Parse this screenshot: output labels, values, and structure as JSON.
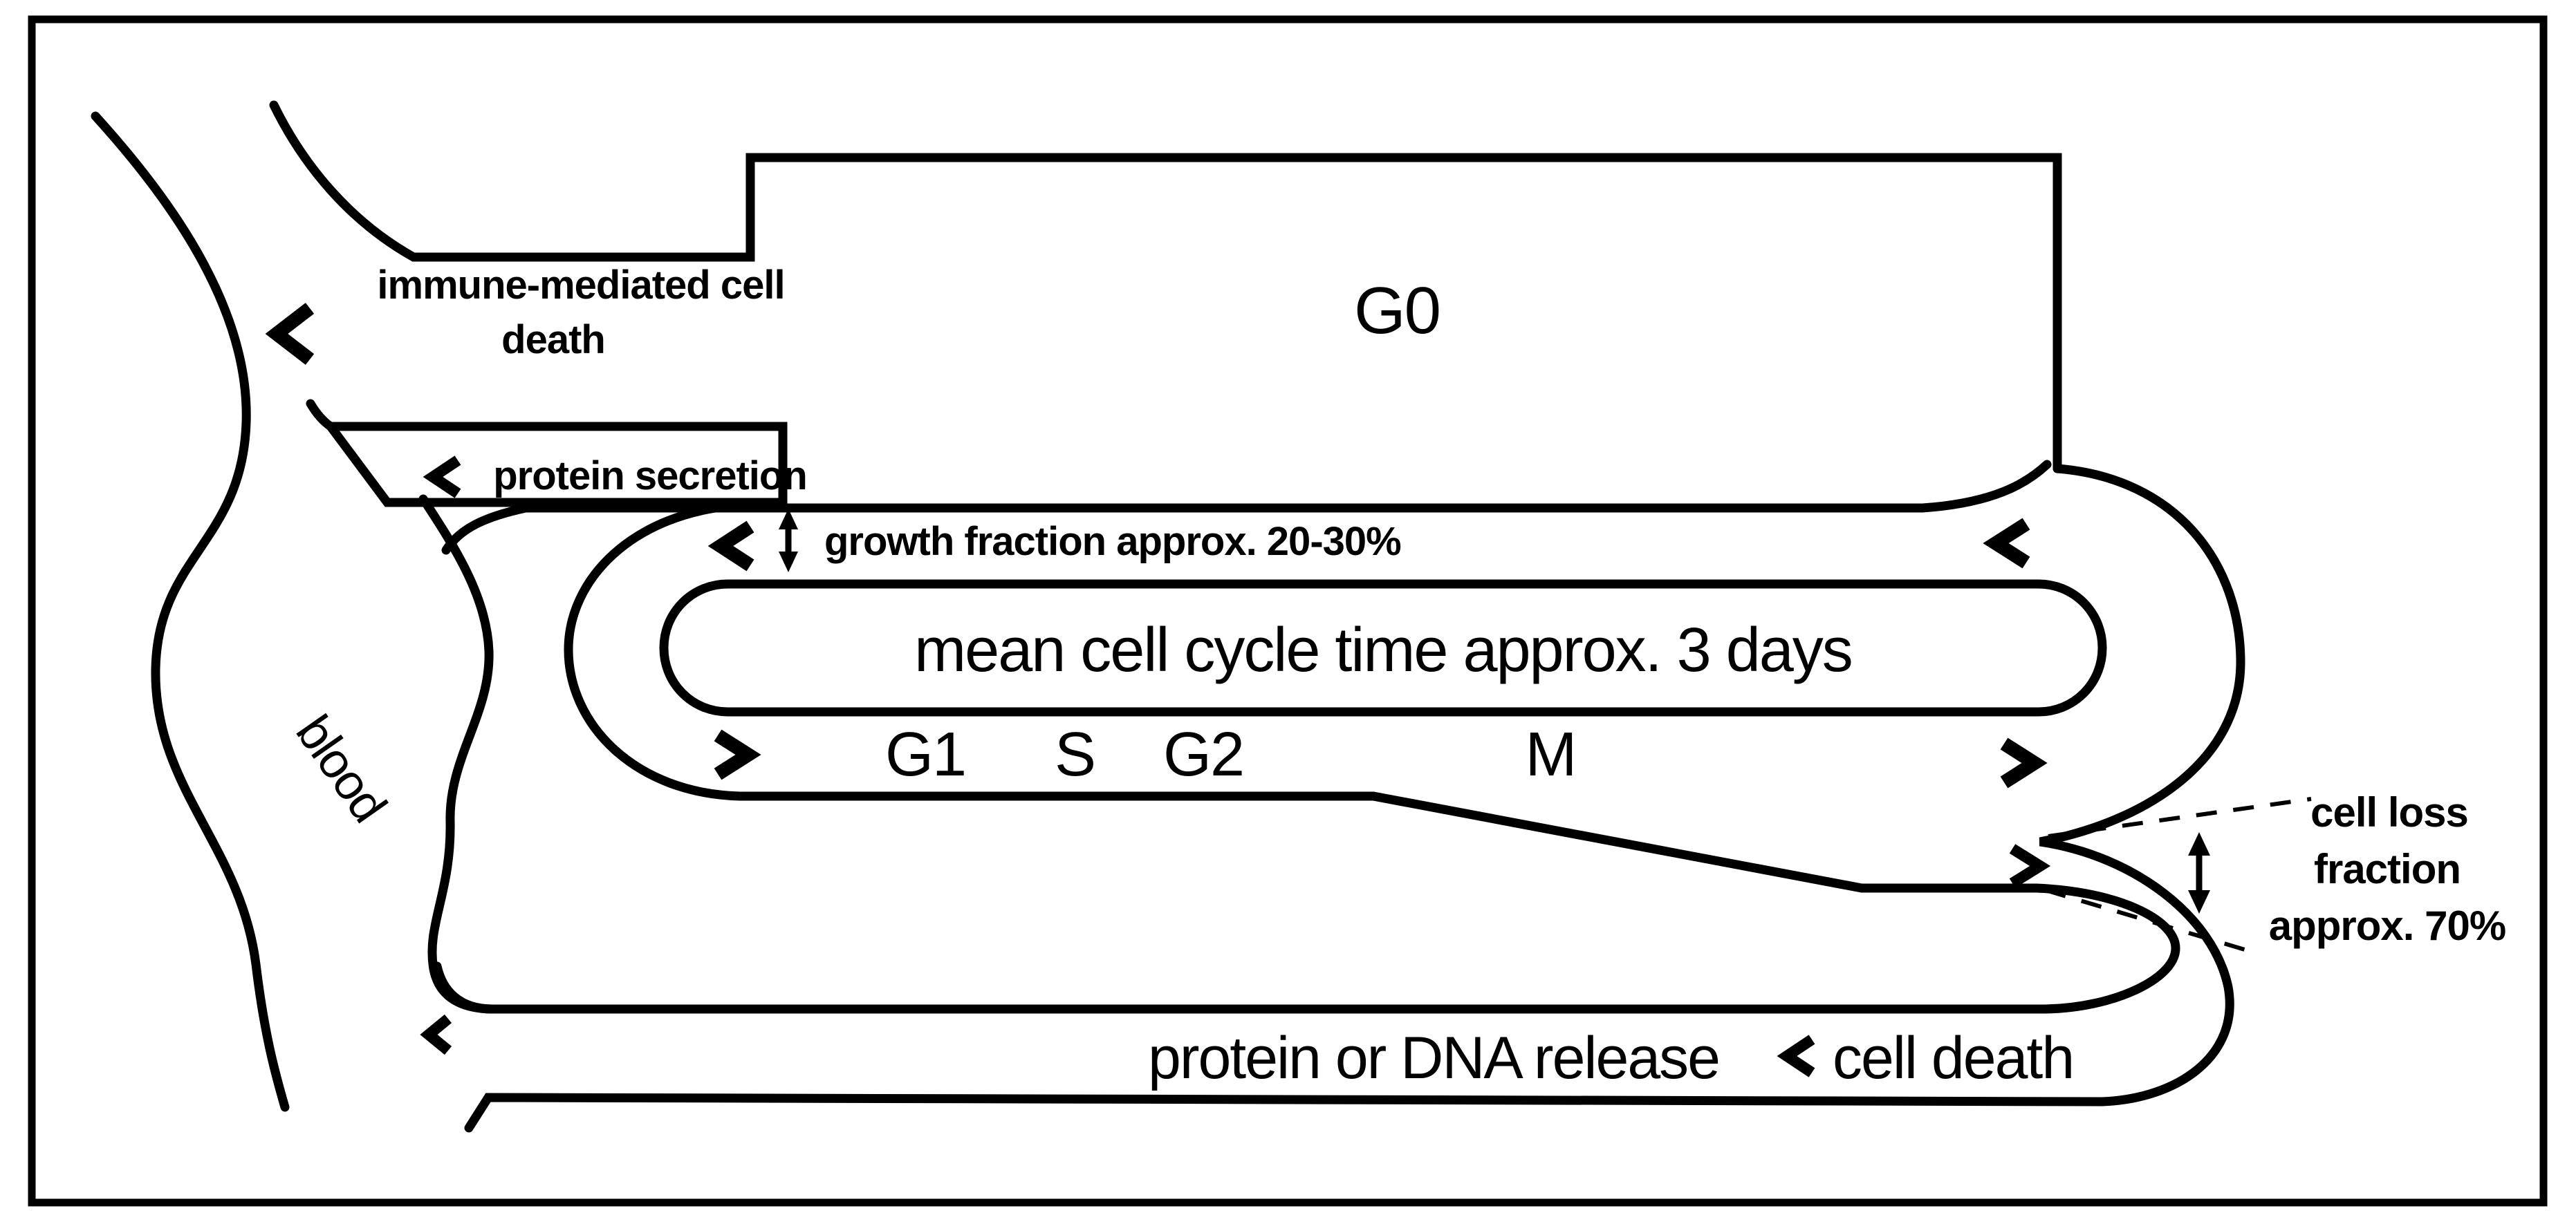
{
  "colors": {
    "ink": "#000000",
    "paper": "#ffffff"
  },
  "blood_vessel": {
    "label": "blood"
  },
  "g0_compartment": {
    "label": "G0"
  },
  "cycle": {
    "center_label": "mean cell cycle time approx. 3 days",
    "growth_label": "growth fraction approx. 20-30%",
    "phases": [
      "G1",
      "S",
      "G2",
      "M"
    ]
  },
  "channels": {
    "immune_line1": "immune-mediated cell",
    "immune_line2": "death",
    "protein_secretion": "protein secretion",
    "release": "protein or DNA release",
    "cell_death": "cell death"
  },
  "cell_loss": {
    "line1": "cell loss",
    "line2": "fraction",
    "line3": "approx. 70%"
  },
  "icons": {
    "flow_left_chevrons": "left-flow-arrow",
    "flow_right_chevrons": "right-flow-arrow",
    "vertical_double_arrows": "range-indicator"
  }
}
